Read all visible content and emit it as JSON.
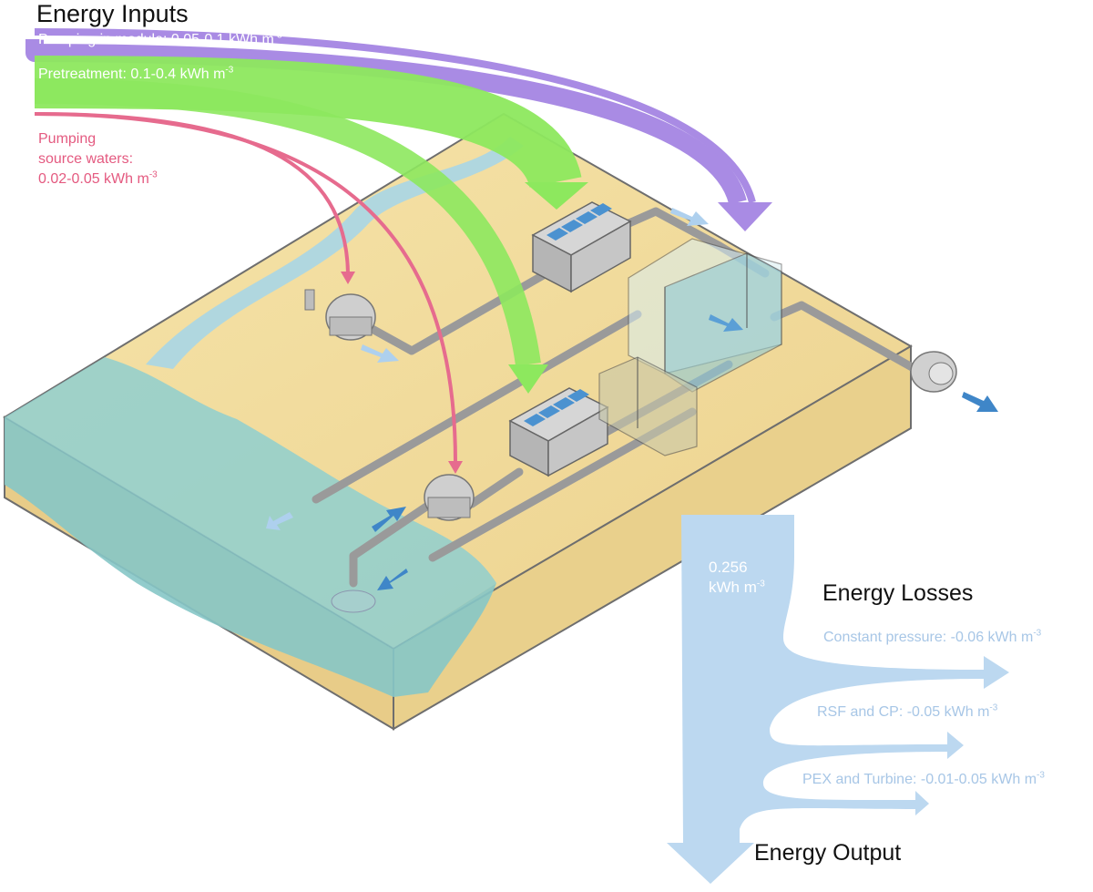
{
  "colors": {
    "purple": "#a98be4",
    "green": "#8de85e",
    "pink": "#e66b8e",
    "light_blue": "#bcd8f0",
    "loss_text": "#a7c6e6",
    "input_text_white": "#ffffff",
    "pink_text": "#e45a80",
    "water": "#86c8c8",
    "sand": "#f2dc9c"
  },
  "icons": [
    "pump-icon",
    "pretreatment-unit-icon",
    "membrane-module-icon",
    "turbine-icon",
    "flow-arrow-icon"
  ],
  "energy_inputs": {
    "title": "Energy Inputs",
    "pumping_module": {
      "text": "Pumping in module: 0.05-0.1 kWh m",
      "sup": "-3"
    },
    "pretreatment": {
      "text": "Pretreatment: 0.1-0.4 kWh m",
      "sup": "-3"
    },
    "pumping_source": {
      "line1": "Pumping",
      "line2": "source waters:",
      "line3": "0.02-0.05 kWh m",
      "sup": "-3"
    }
  },
  "energy_output": {
    "value": "0.256",
    "unit": "kWh m",
    "sup": "-3",
    "title": "Energy Output"
  },
  "energy_losses": {
    "title": "Energy Losses",
    "constant_pressure": {
      "text": "Constant pressure: -0.06 kWh m",
      "sup": "-3"
    },
    "rsf_cp": {
      "text": "RSF and CP: -0.05 kWh m",
      "sup": "-3"
    },
    "pex_turbine": {
      "text": "PEX and Turbine: -0.01-0.05 kWh m",
      "sup": "-3"
    }
  }
}
